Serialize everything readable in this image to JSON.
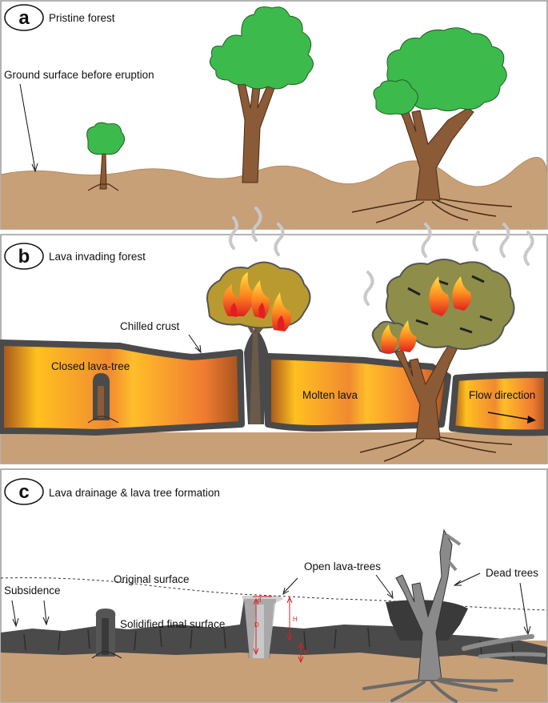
{
  "panels": [
    {
      "letter": "a",
      "title": "Pristine forest"
    },
    {
      "letter": "b",
      "title": "Lava invading forest"
    },
    {
      "letter": "c",
      "title": "Lava drainage & lava tree formation"
    }
  ],
  "labels": {
    "ground_before": "Ground surface before eruption",
    "chilled_crust": "Chilled crust",
    "closed_lava_tree": "Closed lava-tree",
    "molten_lava": "Molten lava",
    "flow_direction": "Flow direction",
    "original_surface": "Original surface",
    "open_lava_trees": "Open lava-trees",
    "dead_trees": "Dead trees",
    "subsidence": "Subsidence",
    "solidified_surface": "Solidified final surface",
    "dim_d": "d",
    "dim_D": "D",
    "dim_H": "H",
    "dim_F": "F"
  },
  "colors": {
    "soil": "#c8a078",
    "crust": "#4a4a4a",
    "lava_hot": "#ffc020",
    "lava_mid": "#f08a30",
    "trunk": "#8b5a36",
    "foliage": "#3dba4c",
    "dimension": "#d22222"
  }
}
